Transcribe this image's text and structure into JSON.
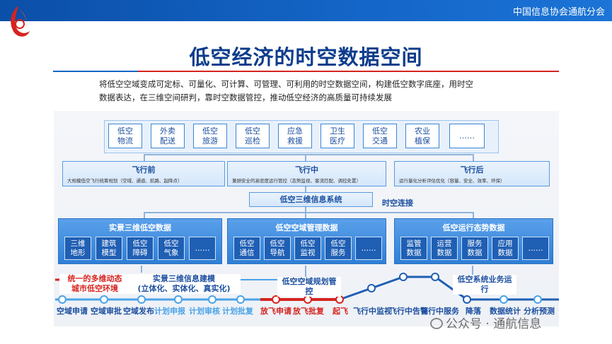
{
  "header": {
    "org": "中国信息协会通航分会"
  },
  "title": "低空经济的时空数据空间",
  "subtitle_line1": "将低空空域变成可定标、可量化、可计算、可管理、可利用的时空数据空间，构建低空数字底座，用时空",
  "subtitle_line2": "数据表达，在三维空间研判，靠时空数据管控，推动低空经济的高质量可持续发展",
  "applications": [
    {
      "l1": "低空",
      "l2": "物流"
    },
    {
      "l1": "外卖",
      "l2": "配送"
    },
    {
      "l1": "低空",
      "l2": "旅游"
    },
    {
      "l1": "低空",
      "l2": "巡检"
    },
    {
      "l1": "应急",
      "l2": "救援"
    },
    {
      "l1": "卫生",
      "l2": "医疗"
    },
    {
      "l1": "低空",
      "l2": "交通"
    },
    {
      "l1": "农业",
      "l2": "植保"
    },
    {
      "l1": "……",
      "l2": ""
    }
  ],
  "phases": [
    {
      "title": "飞行前",
      "desc": "大规模低空飞行统筹规划（空域、通道、航路、起降点）"
    },
    {
      "title": "飞行中",
      "desc": "兼顾安全的高密度运行管控（态势监视、客流匹配、调控处置）"
    },
    {
      "title": "飞行后",
      "desc": "运行量化分析评估优化（容量、安全、效率、环保）"
    }
  ],
  "system": "低空三维信息系统",
  "sync_label": "时空连接",
  "groups": [
    {
      "title": "实景三维低空数据",
      "items": [
        {
          "l1": "三维",
          "l2": "地形"
        },
        {
          "l1": "建筑",
          "l2": "模型"
        },
        {
          "l1": "低空",
          "l2": "障碍"
        },
        {
          "l1": "低空",
          "l2": "气象"
        },
        {
          "l1": "……",
          "l2": ""
        }
      ]
    },
    {
      "title": "低空空域管理数据",
      "items": [
        {
          "l1": "低空",
          "l2": "通信"
        },
        {
          "l1": "低空",
          "l2": "导航"
        },
        {
          "l1": "低空",
          "l2": "监视"
        },
        {
          "l1": "低空",
          "l2": "服务"
        },
        {
          "l1": "……",
          "l2": ""
        }
      ]
    },
    {
      "title": "低空运行态势数据",
      "items": [
        {
          "l1": "监管",
          "l2": "数据"
        },
        {
          "l1": "运营",
          "l2": "数据"
        },
        {
          "l1": "服务",
          "l2": "数据"
        },
        {
          "l1": "应用",
          "l2": "数据"
        },
        {
          "l1": "……",
          "l2": ""
        }
      ]
    }
  ],
  "timeline": {
    "stage1_l1": "统一的多维动态",
    "stage1_l2": "城市低空环境",
    "stage2_l1": "实景三维信息建模",
    "stage2_l2": "(立体化、实体化、真实化)",
    "stage3_l1": "低空空域规划管",
    "stage3_l2": "控",
    "stage4_l1": "低空系统业务运",
    "stage4_l2": "行",
    "steps": [
      "空域申请",
      "空域审批",
      "空域发布",
      "计划申报",
      "计划审核",
      "计划批复",
      "放飞申请",
      "放飞批复",
      "起飞",
      "飞行中监视",
      "飞行中告警",
      "飞行中服务",
      "降落",
      "数据统计",
      "分析预测"
    ]
  },
  "colors": {
    "primary": "#1466c8",
    "accent_red": "#d6231f",
    "light_blue": "#4aa3e8"
  },
  "watermark": "公众号 · 通航信息"
}
